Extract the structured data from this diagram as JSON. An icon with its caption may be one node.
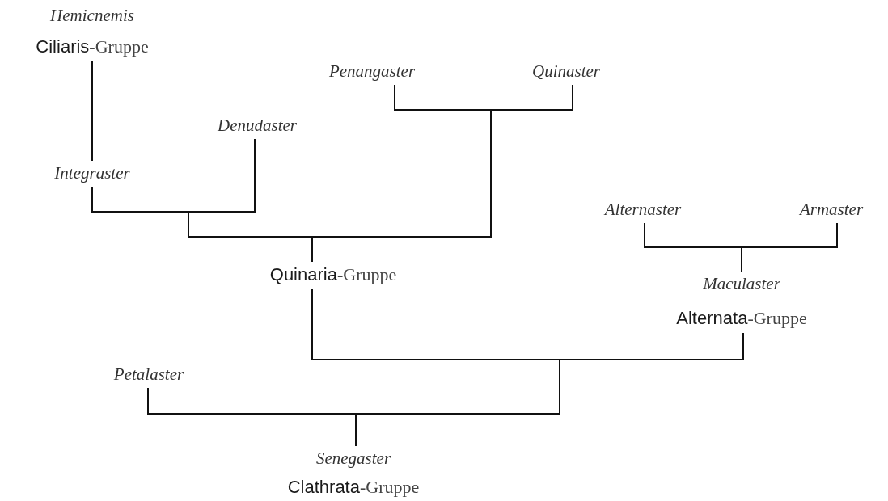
{
  "diagram": {
    "nodes": [
      {
        "text": [
          "Hemicnemis",
          "Ciliaris-Gruppe"
        ]
      },
      {
        "text": [
          "Integraster"
        ]
      },
      {
        "text": [
          "Denudaster"
        ]
      },
      {
        "text": [
          "Penangaster"
        ]
      },
      {
        "text": [
          "Quinaster"
        ]
      },
      {
        "text": [
          "Quinaria-Gruppe"
        ]
      },
      {
        "text": [
          "Alternaster"
        ]
      },
      {
        "text": [
          "Armaster"
        ]
      },
      {
        "text": [
          "Maculaster",
          "Alternata-Gruppe"
        ]
      },
      {
        "text": [
          "Petalaster"
        ]
      },
      {
        "text": [
          "Senegaster",
          "Clathrata-Gruppe"
        ]
      }
    ],
    "edges": [
      {
        "from": 0,
        "to": 1,
        "arrow": "none"
      },
      {
        "from": 1,
        "to": 5,
        "arrow": "none"
      },
      {
        "from": 2,
        "to": 5,
        "arrow": "none"
      },
      {
        "from": 3,
        "to": 5,
        "arrow": "none"
      },
      {
        "from": 4,
        "to": 5,
        "arrow": "none"
      },
      {
        "from": 6,
        "to": 8,
        "arrow": "none"
      },
      {
        "from": 7,
        "to": 8,
        "arrow": "none"
      },
      {
        "from": 5,
        "to": 10,
        "arrow": "none"
      },
      {
        "from": 8,
        "to": 10,
        "arrow": "none"
      },
      {
        "from": 9,
        "to": 10,
        "arrow": "none"
      }
    ]
  }
}
